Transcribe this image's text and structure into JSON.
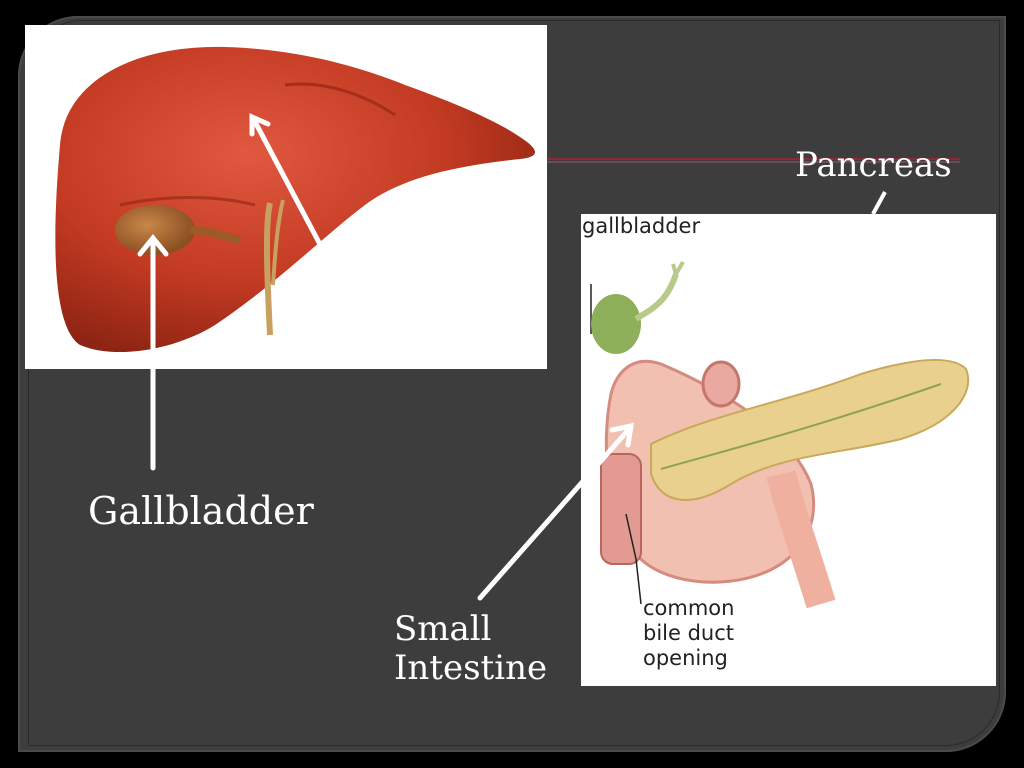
{
  "labels": {
    "gallbladder": "Gallbladder",
    "pancreas": "Pancreas",
    "small_intestine_line1": "Small",
    "small_intestine_line2": "Intestine"
  },
  "diagram_labels": {
    "gallbladder": "gallbladder",
    "common_bile_duct_line1": "common",
    "common_bile_duct_line2": "bile duct",
    "common_bile_duct_line3": "opening"
  },
  "colors": {
    "background": "#3d3d3d",
    "liver": "#c0392b",
    "accent_line": "#8b2a3a"
  }
}
